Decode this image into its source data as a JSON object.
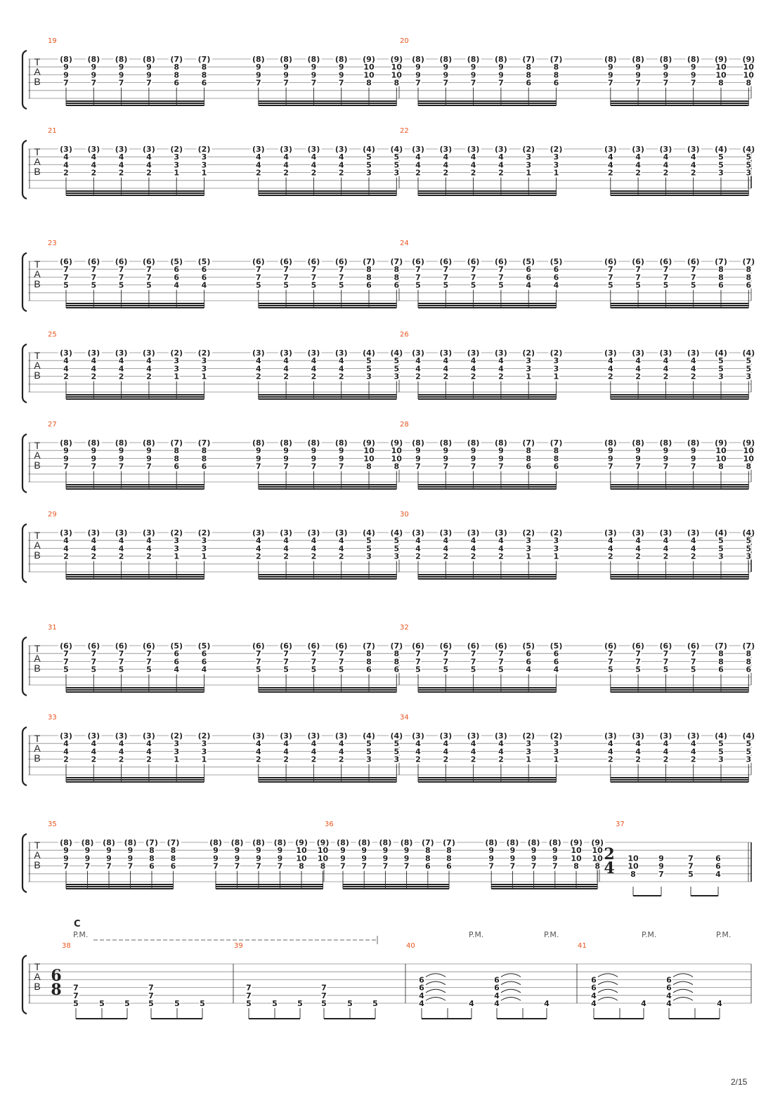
{
  "page_number": "2/15",
  "colors": {
    "measure_number": "#e8541e",
    "ink": "#222222",
    "staff_line": "#8a8a8a"
  },
  "tab_clef": [
    "T",
    "A",
    "B"
  ],
  "chords": {
    "A1": [
      "(8)",
      "9",
      "9",
      "7"
    ],
    "A2": [
      "(7)",
      "8",
      "8",
      "6"
    ],
    "A3": [
      "(9)",
      "10",
      "10",
      "8"
    ],
    "B1": [
      "(3)",
      "4",
      "4",
      "2"
    ],
    "B2": [
      "(2)",
      "3",
      "3",
      "1"
    ],
    "B3": [
      "(4)",
      "5",
      "5",
      "3"
    ],
    "C1": [
      "(6)",
      "7",
      "7",
      "5"
    ],
    "C2": [
      "(5)",
      "6",
      "6",
      "4"
    ],
    "C3": [
      "(7)",
      "8",
      "8",
      "6"
    ]
  },
  "measure_pattern": [
    "1",
    "1",
    "1",
    "1",
    "2",
    "2",
    "1",
    "1",
    "1",
    "1",
    "3",
    "3"
  ],
  "systems": [
    {
      "measures": [
        {
          "number": "19",
          "chord_set": "A"
        },
        {
          "number": "20",
          "chord_set": "A"
        }
      ]
    },
    {
      "measures": [
        {
          "number": "21",
          "chord_set": "B"
        },
        {
          "number": "22",
          "chord_set": "B"
        }
      ]
    },
    {
      "measures": [
        {
          "number": "23",
          "chord_set": "C"
        },
        {
          "number": "24",
          "chord_set": "C"
        }
      ]
    },
    {
      "measures": [
        {
          "number": "25",
          "chord_set": "B"
        },
        {
          "number": "26",
          "chord_set": "B"
        }
      ]
    },
    {
      "measures": [
        {
          "number": "27",
          "chord_set": "A"
        },
        {
          "number": "28",
          "chord_set": "A"
        }
      ]
    },
    {
      "measures": [
        {
          "number": "29",
          "chord_set": "B"
        },
        {
          "number": "30",
          "chord_set": "B"
        }
      ]
    },
    {
      "measures": [
        {
          "number": "31",
          "chord_set": "C"
        },
        {
          "number": "32",
          "chord_set": "C"
        }
      ]
    },
    {
      "measures": [
        {
          "number": "33",
          "chord_set": "B"
        },
        {
          "number": "34",
          "chord_set": "B"
        }
      ]
    },
    {
      "measures": [
        {
          "number": "35",
          "chord_set": "A"
        },
        {
          "number": "36",
          "chord_set": "A"
        }
      ]
    }
  ],
  "measure_37": {
    "number": "37",
    "time_signature": [
      "2",
      "4"
    ],
    "notes": [
      [
        "10",
        "10",
        "8"
      ],
      [
        "9",
        "9",
        "7"
      ],
      [
        "7",
        "7",
        "5"
      ],
      [
        "6",
        "6",
        "4"
      ]
    ]
  },
  "last_system": {
    "section_label": "C",
    "palm_mute": "P.M.",
    "time_signature": [
      "6",
      "8"
    ],
    "measures": [
      {
        "number": "38",
        "notes": [
          [
            "7",
            "7",
            "5"
          ],
          [
            "5"
          ],
          [
            "5"
          ],
          [
            "7",
            "7",
            "5"
          ],
          [
            "5"
          ],
          [
            "5"
          ]
        ]
      },
      {
        "number": "39",
        "notes": [
          [
            "7",
            "7",
            "5"
          ],
          [
            "5"
          ],
          [
            "5"
          ],
          [
            "7",
            "7",
            "5"
          ],
          [
            "5"
          ],
          [
            "5"
          ]
        ]
      },
      {
        "number": "40",
        "notes": [
          [
            "6",
            "6",
            "4",
            "4"
          ],
          [
            "4"
          ],
          [
            "6",
            "6",
            "4",
            "4"
          ],
          [
            "4"
          ]
        ]
      },
      {
        "number": "41",
        "notes": [
          [
            "6",
            "6",
            "4",
            "4"
          ],
          [
            "4"
          ],
          [
            "6",
            "6",
            "4",
            "4"
          ],
          [
            "4"
          ]
        ]
      }
    ]
  }
}
